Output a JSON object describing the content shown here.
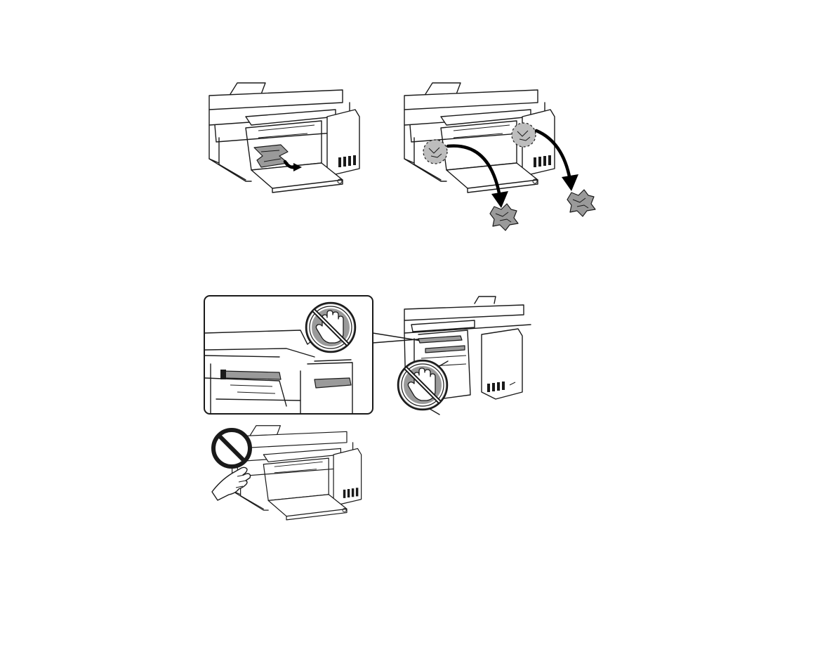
{
  "page": {
    "figures": [
      {
        "id": "remove-jammed-paper"
      },
      {
        "id": "remove-torn-pieces"
      },
      {
        "id": "do-not-touch-internal-parts"
      },
      {
        "id": "do-not-touch-scanner-unit"
      }
    ]
  },
  "icons": {
    "hand_prohibited": "no-touch-hand-icon",
    "prohibited": "prohibited-icon",
    "arrow": "arrow-icon",
    "paper": "crumpled-paper-icon"
  },
  "colors": {
    "line": "#1a1a1a",
    "badge_ring": "#1a1a1a",
    "badge_fill": "#9a9a9a"
  }
}
